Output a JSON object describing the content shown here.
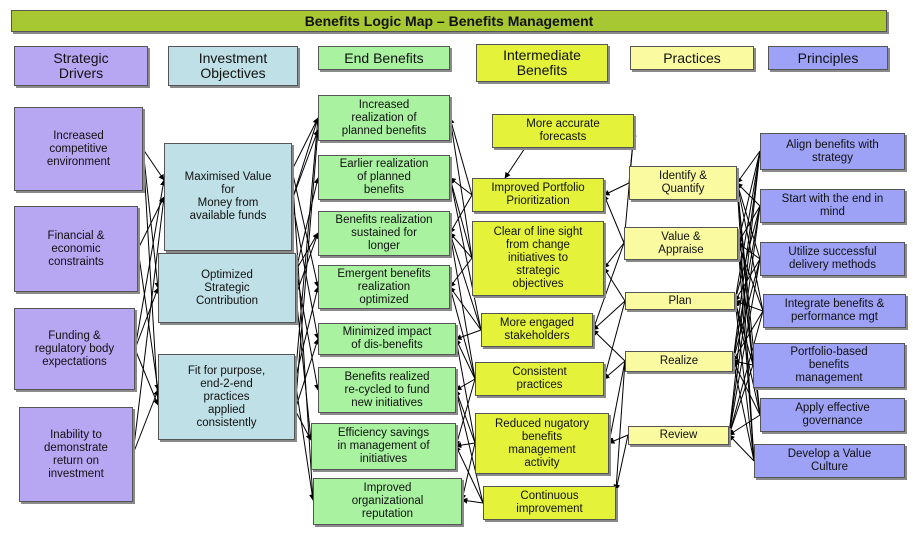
{
  "title": "Benefits Logic Map – Benefits Management",
  "headers": {
    "drivers": "Strategic\nDrivers",
    "objectives": "Investment\nObjectives",
    "end_benefits": "End Benefits",
    "intermediate": "Intermediate\nBenefits",
    "practices": "Practices",
    "principles": "Principles"
  },
  "drivers": [
    "Increased\ncompetitive\nenvironment",
    "Financial &\neconomic\nconstraints",
    "Funding &\nregulatory body\nexpectations",
    "Inability to\ndemonstrate\nreturn on\ninvestment"
  ],
  "objectives": [
    "Maximised Value\nfor\nMoney from\navailable funds",
    "Optimized\nStrategic\nContribution",
    "Fit for purpose,\nend-2-end\npractices\napplied\nconsistently"
  ],
  "end_benefits": [
    "Increased\nrealization of\nplanned benefits",
    "Earlier realization\nof planned\nbenefits",
    "Benefits realization\nsustained for\nlonger",
    "Emergent benefits\nrealization\noptimized",
    "Minimized impact\nof dis-benefits",
    "Benefits realized\nre-cycled to fund\nnew initiatives",
    "Efficiency savings\nin management of\ninitiatives",
    "Improved\norganizational\nreputation"
  ],
  "intermediate": [
    "More accurate\nforecasts",
    "Improved Portfolio\nPrioritization",
    "Clear of line sight\nfrom change\ninitiatives to\nstrategic\nobjectives",
    "More engaged\nstakeholders",
    "Consistent\npractices",
    "Reduced nugatory\nbenefits\nmanagement\nactivity",
    "Continuous\nimprovement"
  ],
  "practices": [
    "Identify &\nQuantify",
    "Value &\nAppraise",
    "Plan",
    "Realize",
    "Review"
  ],
  "principles": [
    "Align benefits with\nstrategy",
    "Start with the end in\nmind",
    "Utilize successful\ndelivery methods",
    "Integrate benefits &\nperformance mgt",
    "Portfolio-based\nbenefits\nmanagement",
    "Apply effective\ngovernance",
    "Develop a Value\nCulture"
  ],
  "colors": {
    "title": "#a7c832",
    "drivers": "#b7a6f2",
    "objectives": "#bfe0e6",
    "end_benefits": "#a8f2a0",
    "intermediate": "#e4f23a",
    "practices": "#fafaa0",
    "principles": "#9da2f7"
  }
}
